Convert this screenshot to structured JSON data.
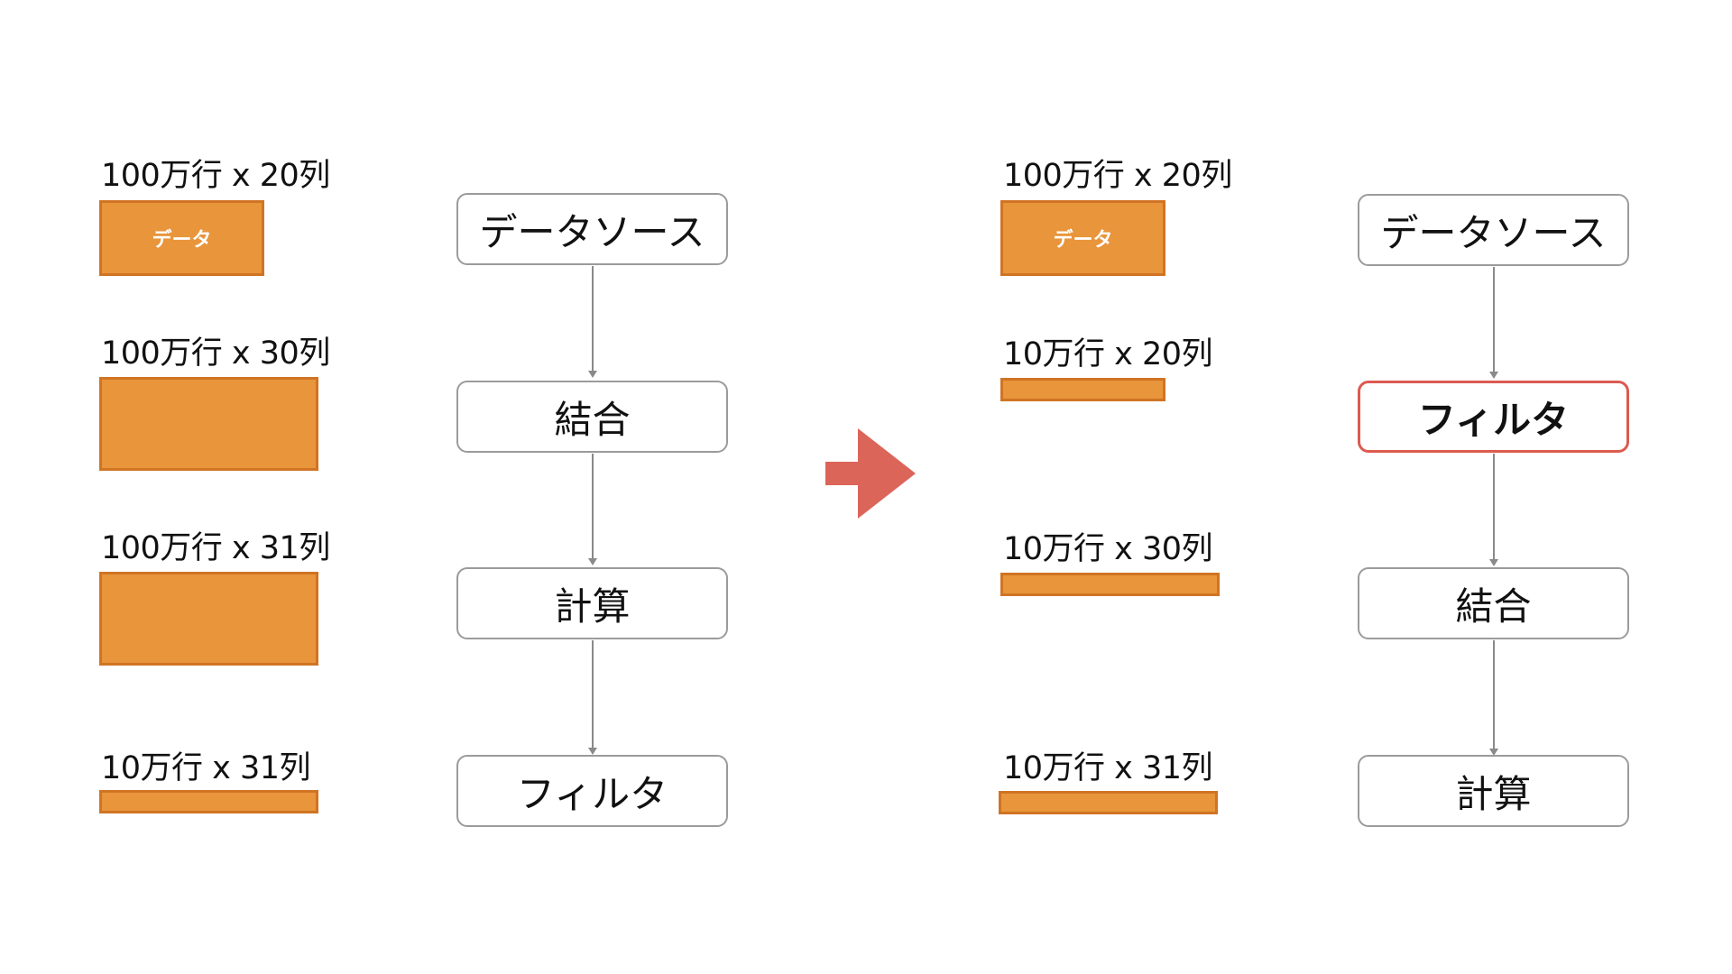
{
  "colors": {
    "data_block_fill": "#e8953b",
    "data_block_border": "#d07424",
    "box_border": "#9b9b9b",
    "highlight_border": "#dc5a4f",
    "arrow": "#dc6559"
  },
  "before": {
    "size_labels": [
      "100万行 x 20列",
      "100万行 x 30列",
      "100万行 x 31列",
      "10万行 x 31列"
    ],
    "data_block_label": "データ",
    "steps": [
      "データソース",
      "結合",
      "計算",
      "フィルタ"
    ]
  },
  "after": {
    "size_labels": [
      "100万行 x 20列",
      "10万行 x 20列",
      "10万行 x 30列",
      "10万行 x 31列"
    ],
    "data_block_label": "データ",
    "steps": [
      "データソース",
      "フィルタ",
      "結合",
      "計算"
    ],
    "highlighted_step": "フィルタ"
  },
  "transform_arrow_icon": "right-arrow-icon"
}
